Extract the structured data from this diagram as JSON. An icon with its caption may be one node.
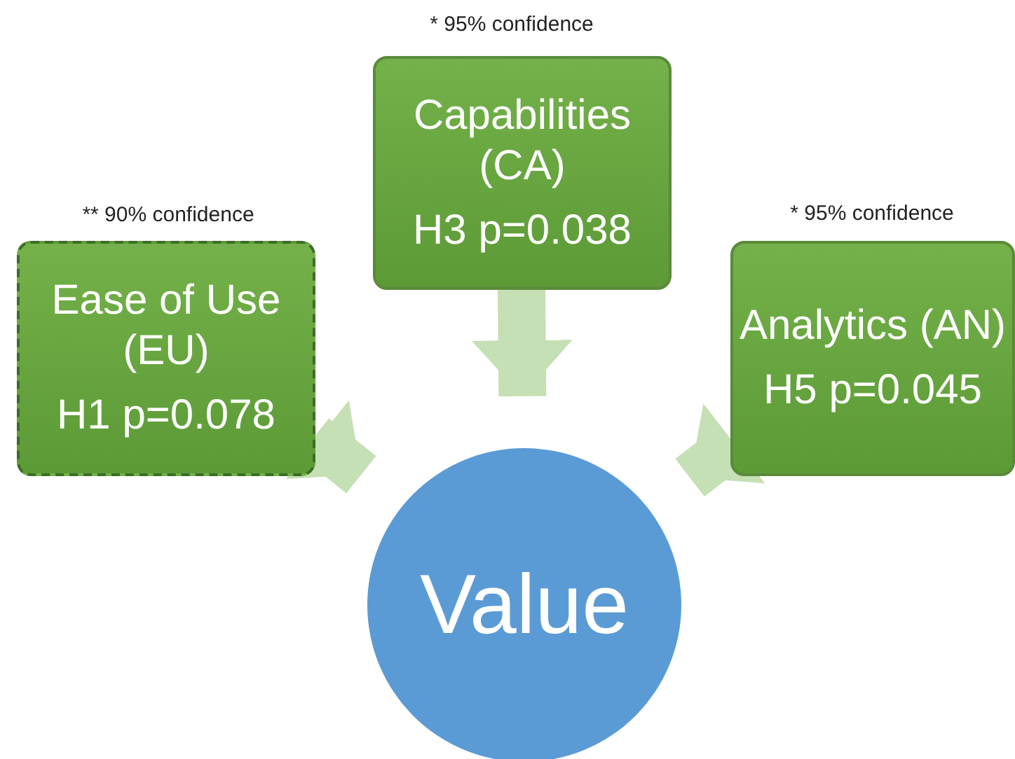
{
  "diagram": {
    "nodes": [
      {
        "text": [
          "Ease of Use (EU)",
          "H1 p=0.078"
        ],
        "beside": [
          "** 90% confidence"
        ]
      },
      {
        "text": [
          "Capabilities (CA)",
          "H3 p=0.038"
        ],
        "beside": [
          "* 95% confidence"
        ]
      },
      {
        "text": [
          "Analytics (AN)",
          "H5 p=0.045"
        ],
        "beside": [
          "* 95% confidence"
        ]
      },
      {
        "text": [
          "Value"
        ]
      }
    ],
    "edges": [
      {
        "from": 0,
        "to": 3,
        "arrow": "to"
      },
      {
        "from": 1,
        "to": 3,
        "arrow": "to"
      },
      {
        "from": 2,
        "to": 3,
        "arrow": "to"
      }
    ]
  }
}
